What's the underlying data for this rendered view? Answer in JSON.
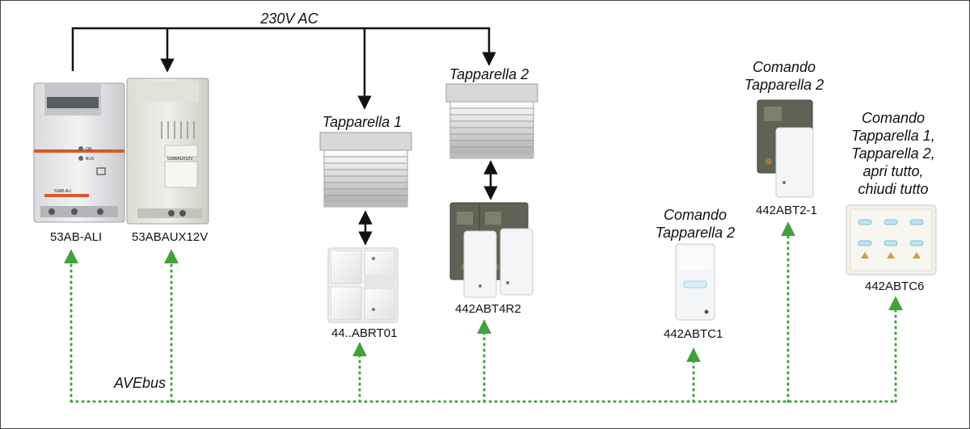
{
  "diagram": {
    "power_label": "230V AC",
    "bus_label": "AVEbus",
    "colors": {
      "bus": "#3fa33a",
      "wire": "#111111",
      "frame": "#444444"
    }
  },
  "devices": {
    "psu1": {
      "code": "53AB-ALI",
      "case_text": "53AB-ALI",
      "led_on": "ON",
      "led_bus": "BUS"
    },
    "psu2": {
      "code": "53ABAUX12V",
      "case_text": "53ABAUX12V"
    },
    "keypad": {
      "code": "44..ABRT01"
    },
    "module": {
      "code": "442ABT4R2"
    },
    "tc1": {
      "code": "442ABTC1"
    },
    "t21": {
      "code": "442ABT2-1"
    },
    "tc6": {
      "code": "442ABTC6"
    }
  },
  "labels": {
    "tapparella1": "Tapparella 1",
    "tapparella2": "Tapparella 2",
    "cmd_tc1": [
      "Comando",
      "Tapparella 2"
    ],
    "cmd_t21": [
      "Comando",
      "Tapparella 2"
    ],
    "cmd_tc6": [
      "Comando",
      "Tapparella 1,",
      "Tapparella 2,",
      "apri tutto,",
      "chiudi tutto"
    ]
  }
}
